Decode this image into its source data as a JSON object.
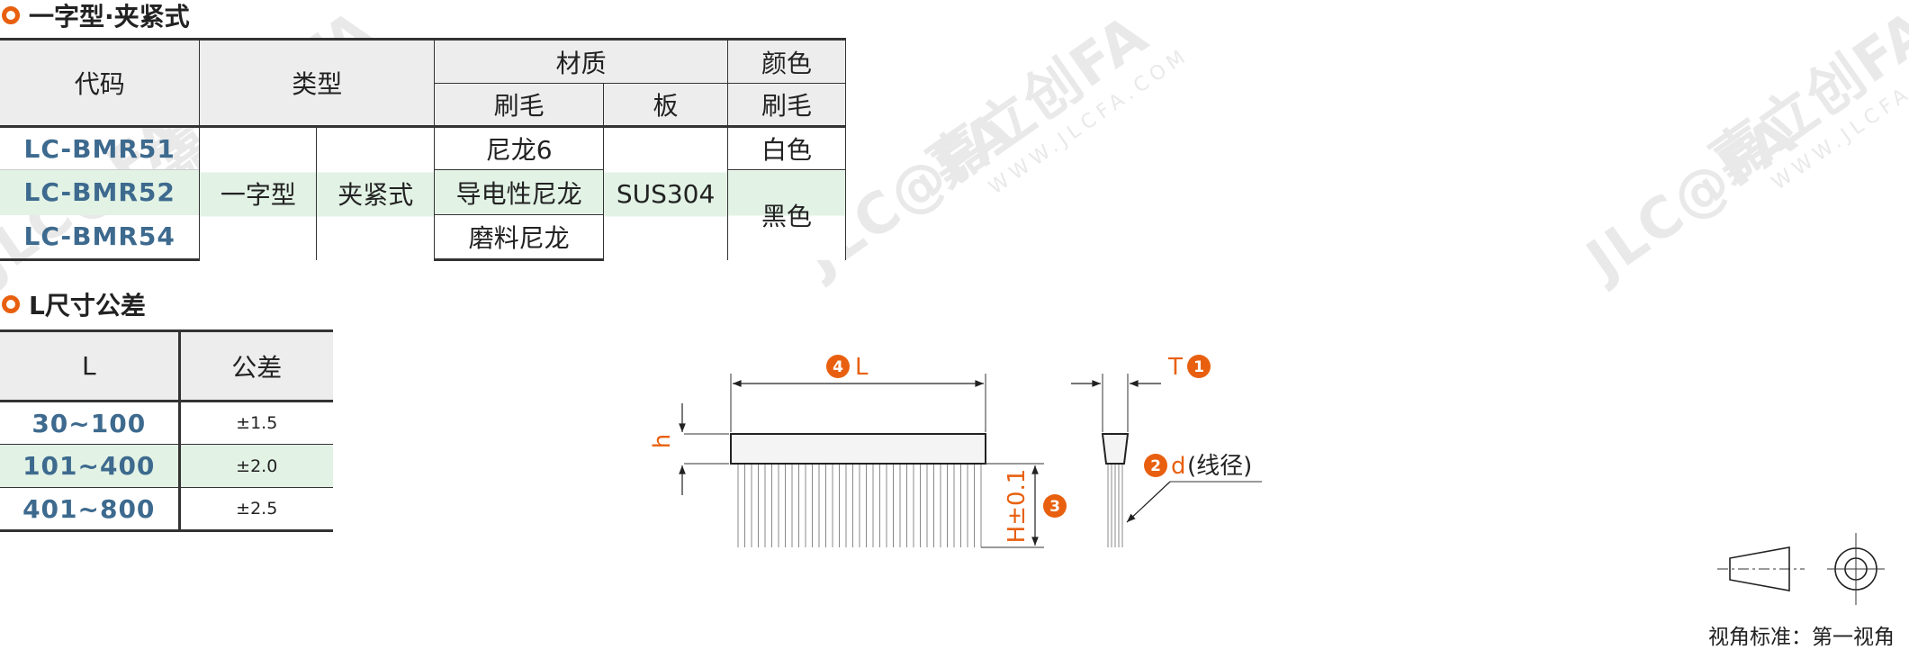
{
  "watermark": {
    "brand": "嘉立创FA",
    "site": "WWW.JLCFA.COM",
    "logo": "JLC@FA"
  },
  "section1": {
    "title": "一字型·夹紧式",
    "headers": {
      "code": "代码",
      "type": "类型",
      "material": "材质",
      "color": "颜色",
      "bristle": "刷毛",
      "plate": "板",
      "color_bristle": "刷毛"
    },
    "rows": [
      {
        "code": "LC-BMR51",
        "material_bristle": "尼龙6"
      },
      {
        "code": "LC-BMR52",
        "material_bristle": "导电性尼龙"
      },
      {
        "code": "LC-BMR54",
        "material_bristle": "磨料尼龙"
      }
    ],
    "type_shape": "一字型",
    "type_mount": "夹紧式",
    "plate_material": "SUS304",
    "colors": {
      "white": "白色",
      "black": "黑色"
    }
  },
  "section2": {
    "title": "L尺寸公差",
    "headers": {
      "l": "L",
      "tolerance": "公差"
    },
    "rows": [
      {
        "range": "30~100",
        "tol": "±1.5"
      },
      {
        "range": "101~400",
        "tol": "±2.0"
      },
      {
        "range": "401~800",
        "tol": "±2.5"
      }
    ]
  },
  "drawing": {
    "label_L": "L",
    "label_L_num": "4",
    "label_T": "T",
    "label_T_num": "1",
    "label_d": "d",
    "label_d_num": "2",
    "label_d_suffix": "(线径)",
    "label_H": "H±0.1",
    "label_H_num": "3",
    "label_h": "h",
    "accent": "#e8600f"
  },
  "projection": {
    "label": "视角标准：第一视角"
  }
}
